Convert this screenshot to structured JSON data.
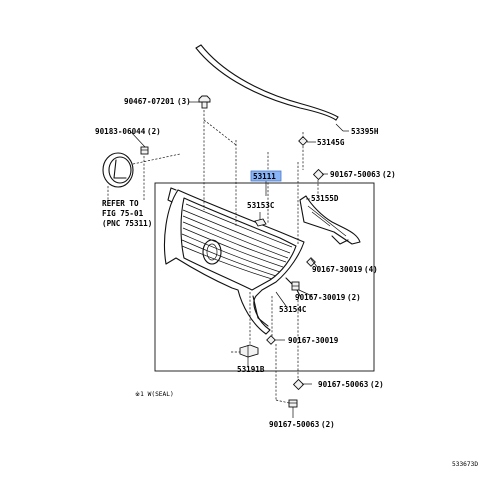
{
  "labels": {
    "p90467": "90467-07201",
    "p90467_qty": "(3)",
    "p53395h": "53395H",
    "p90183": "90183-06044",
    "p90183_qty": "(2)",
    "p53145g": "53145G",
    "p53111": "53111",
    "p90167_top": "90167-50063",
    "p90167_top_qty": "(2)",
    "refer_line1": "REFER TO",
    "refer_line2": "FIG 75-01",
    "refer_line3": "(PNC 75311)",
    "p53153c": "53153C",
    "p53155d": "53155D",
    "p90167_30019_4": "90167-30019",
    "p90167_30019_4_qty": "(4)",
    "p90167_30019_2": "90167-30019",
    "p90167_30019_2_qty": "(2)",
    "p53154c": "53154C",
    "p90167_30019": "90167-30019",
    "p53191b": "53191B",
    "seal_note": "※1 W(SEAL)",
    "p90167_mid": "90167-50063",
    "p90167_mid_qty": "(2)",
    "p90167_bot": "90167-50063",
    "p90167_bot_qty": "(2)",
    "figure_code": "533673D"
  },
  "highlight_color": "#8ab4f8"
}
